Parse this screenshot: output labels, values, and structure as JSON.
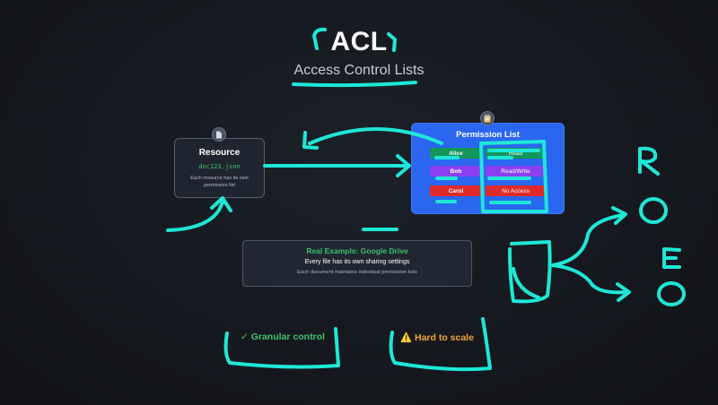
{
  "header": {
    "title": "ACL",
    "subtitle": "Access Control Lists"
  },
  "resource": {
    "icon": "document-icon",
    "title": "Resource",
    "filename": "doc123.json",
    "description": "Each resource has its own permission list"
  },
  "permission_list": {
    "icon": "clipboard-icon",
    "title": "Permission List",
    "rows": [
      {
        "user": "Alice",
        "access": "Read",
        "color": "#12965a"
      },
      {
        "user": "Bob",
        "access": "Read/Write",
        "color": "#8b3ff0"
      },
      {
        "user": "Carol",
        "access": "No Access",
        "color": "#e02a2a"
      }
    ]
  },
  "example": {
    "title": "Real Example: Google Drive",
    "line": "Every file has its own sharing settings",
    "sub": "Each document maintains individual permission lists"
  },
  "pros": {
    "icon": "check-icon",
    "label": "✓ Granular control",
    "color": "#43c26c"
  },
  "cons": {
    "icon": "warning-icon",
    "label": "⚠️ Hard to scale",
    "color": "#f0a63a"
  },
  "annotations": {
    "letters": [
      "R",
      "O",
      "E",
      "O"
    ],
    "ink_color": "#1ee7d8"
  }
}
